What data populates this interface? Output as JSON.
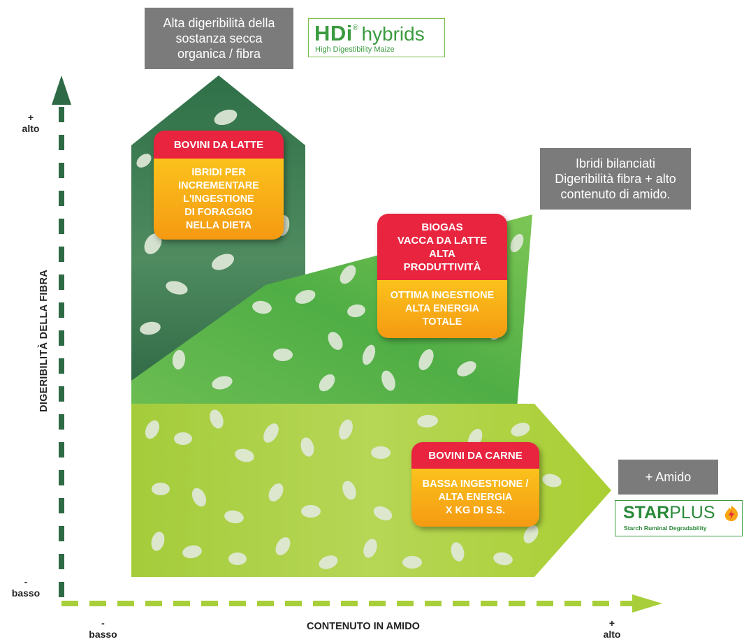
{
  "fiber_box": {
    "lines": [
      "Alta digeribilità della",
      "sostanza secca",
      "organica / fibra"
    ]
  },
  "hdi_logo": {
    "brand": "HDi",
    "registered": "®",
    "word": "hybrids",
    "tagline": "High Digestibility Maize"
  },
  "balanced_box": {
    "lines": [
      "Ibridi bilanciati",
      "Digeribilità fibra + alto",
      "contenuto di amido."
    ]
  },
  "starch_box": {
    "text": "+ Amido"
  },
  "starplus_logo": {
    "brand_bold": "STAR",
    "brand_light": "PLUS",
    "tagline": "Starch Ruminal Degradability"
  },
  "y_axis": {
    "title": "DIGERIBILITÀ DELLA FIBRA",
    "high_sign": "+",
    "high_label": "alto",
    "low_sign": "-",
    "low_label": "basso"
  },
  "x_axis": {
    "title": "CONTENUTO IN AMIDO",
    "low_sign": "-",
    "low_label": "basso",
    "high_sign": "+",
    "high_label": "alto"
  },
  "cards": {
    "dairy": {
      "title": "BOVINI DA LATTE",
      "body": [
        "IBRIDI PER",
        "INCREMENTARE",
        "L'INGESTIONE",
        "DI FORAGGIO",
        "NELLA DIETA"
      ]
    },
    "biogas": {
      "title": [
        "BIOGAS",
        "VACCA DA LATTE",
        "ALTA",
        "PRODUTTIVITÀ"
      ],
      "body": [
        "OTTIMA INGESTIONE",
        "ALTA ENERGIA",
        "TOTALE"
      ]
    },
    "beef": {
      "title": "BOVINI DA CARNE",
      "body": [
        "BASSA INGESTIONE /",
        "ALTA ENERGIA",
        "X KG DI S.S."
      ]
    }
  },
  "colors": {
    "dark_green": "#2e6a45",
    "mid_green": "#5db64a",
    "light_green": "#a8cf3a",
    "card_red": "#e8243f",
    "card_orange": "#f7a614",
    "gray_box": "#7b7b7b"
  }
}
